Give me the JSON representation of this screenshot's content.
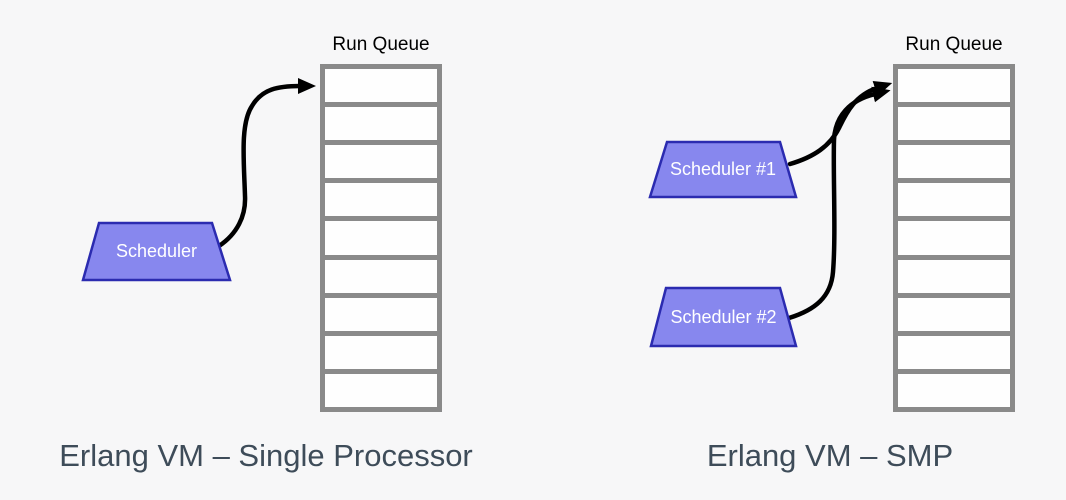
{
  "colors": {
    "background": "#f7f7f8",
    "scheduler_fill": "#8787ee",
    "scheduler_border": "#2b2bb0",
    "queue_border": "#8a8a8a",
    "queue_cell_fill": "#fefefe",
    "arrow": "#000000",
    "label": "#000000",
    "caption": "#3e4c59"
  },
  "left_panel": {
    "caption": "Erlang VM – Single Processor",
    "run_queue": {
      "label": "Run Queue",
      "cell_count": 9
    },
    "scheduler": {
      "label": "Scheduler"
    }
  },
  "right_panel": {
    "caption": "Erlang VM – SMP",
    "run_queue": {
      "label": "Run Queue",
      "cell_count": 9
    },
    "schedulers": [
      {
        "label": "Scheduler #1"
      },
      {
        "label": "Scheduler #2"
      }
    ]
  }
}
